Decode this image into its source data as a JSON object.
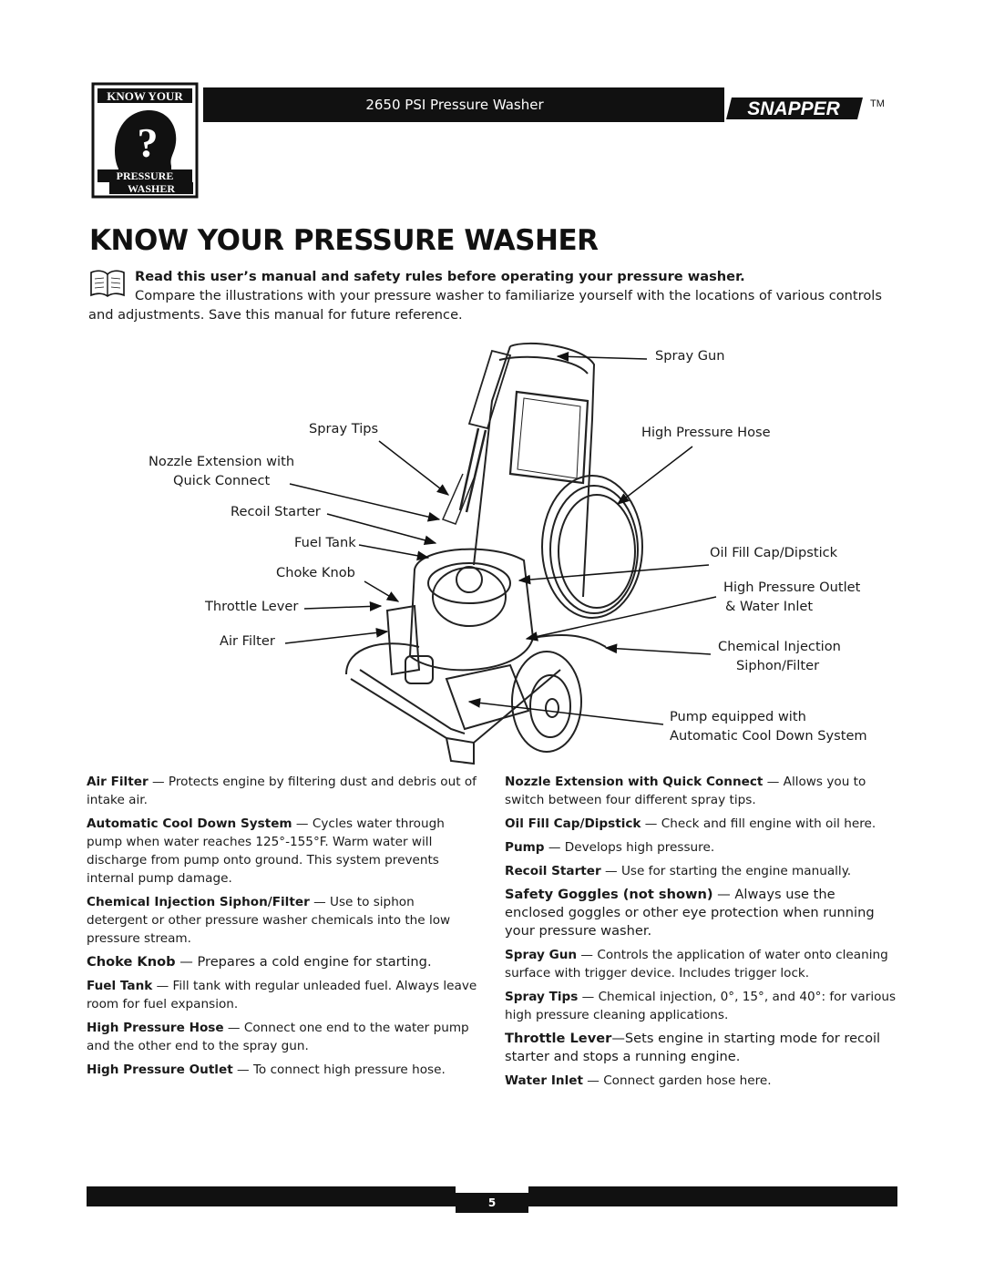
{
  "header": {
    "product": "2650 PSI Pressure Washer",
    "badge_top": "KNOW YOUR",
    "badge_mid": "?",
    "badge_bottom_1": "PRESSURE",
    "badge_bottom_2": "WASHER",
    "brand": "SNAPPER",
    "brand_tm": "TM"
  },
  "title": "KNOW YOUR PRESSURE WASHER",
  "intro": {
    "bold": "Read this user’s manual and safety rules before operating your pressure washer.",
    "line2": "Compare the illustrations with your pressure washer to familiarize yourself with the locations of various controls",
    "line3": "and adjustments. Save this manual for future reference."
  },
  "diagram_labels": {
    "spray_gun": "Spray Gun",
    "spray_tips": "Spray Tips",
    "high_pressure_hose": "High Pressure Hose",
    "nozzle_1": "Nozzle Extension with",
    "nozzle_2": "Quick Connect",
    "recoil_starter": "Recoil Starter",
    "fuel_tank": "Fuel Tank",
    "oil_fill": "Oil Fill Cap/Dipstick",
    "choke_knob": "Choke Knob",
    "outlet_1": "High Pressure Outlet",
    "outlet_2": "& Water Inlet",
    "throttle_lever": "Throttle Lever",
    "air_filter": "Air Filter",
    "chem_1": "Chemical Injection",
    "chem_2": "Siphon/Filter",
    "pump_1": "Pump equipped with",
    "pump_2": "Automatic Cool Down System"
  },
  "left_items": [
    {
      "term": "Air Filter",
      "text": " — Protects engine by filtering dust and debris out of intake air."
    },
    {
      "term": "Automatic Cool Down System",
      "text": " — Cycles water through pump when water reaches 125°-155°F. Warm water will discharge from pump onto ground. This system prevents internal pump damage."
    },
    {
      "term": "Chemical Injection Siphon/Filter",
      "text": " — Use to siphon detergent or other pressure washer chemicals into the low pressure stream."
    },
    {
      "term": "Choke Knob",
      "text": " — Prepares a cold engine for starting."
    },
    {
      "term": "Fuel Tank",
      "text": " — Fill tank with regular unleaded fuel. Always leave room for fuel expansion."
    },
    {
      "term": "High Pressure Hose",
      "text": " — Connect one end to the water pump and the other end to the spray gun."
    },
    {
      "term": "High Pressure Outlet",
      "text": " — To connect high pressure hose."
    }
  ],
  "right_items": [
    {
      "term": "Nozzle Extension with Quick Connect",
      "text": " — Allows you to switch between four different spray tips."
    },
    {
      "term": "Oil Fill Cap/Dipstick",
      "text": " — Check and fill engine with oil here."
    },
    {
      "term": "Pump",
      "text": " — Develops high pressure."
    },
    {
      "term": "Recoil Starter",
      "text": " — Use for starting the engine manually."
    },
    {
      "term": "Safety Goggles (not shown)",
      "text": " — Always use the enclosed goggles or other eye protection when running your pressure washer."
    },
    {
      "term": "Spray Gun",
      "text": " — Controls the application of water onto cleaning surface with trigger device. Includes trigger lock."
    },
    {
      "term": "Spray Tips",
      "text": " — Chemical injection, 0°, 15°, and 40°: for various high pressure cleaning applications."
    },
    {
      "term": "Throttle Lever",
      "text": "—Sets engine in starting mode for recoil starter and stops a running engine."
    },
    {
      "term": "Water Inlet",
      "text": " — Connect garden hose here."
    }
  ],
  "footer": {
    "page_number": "5"
  }
}
